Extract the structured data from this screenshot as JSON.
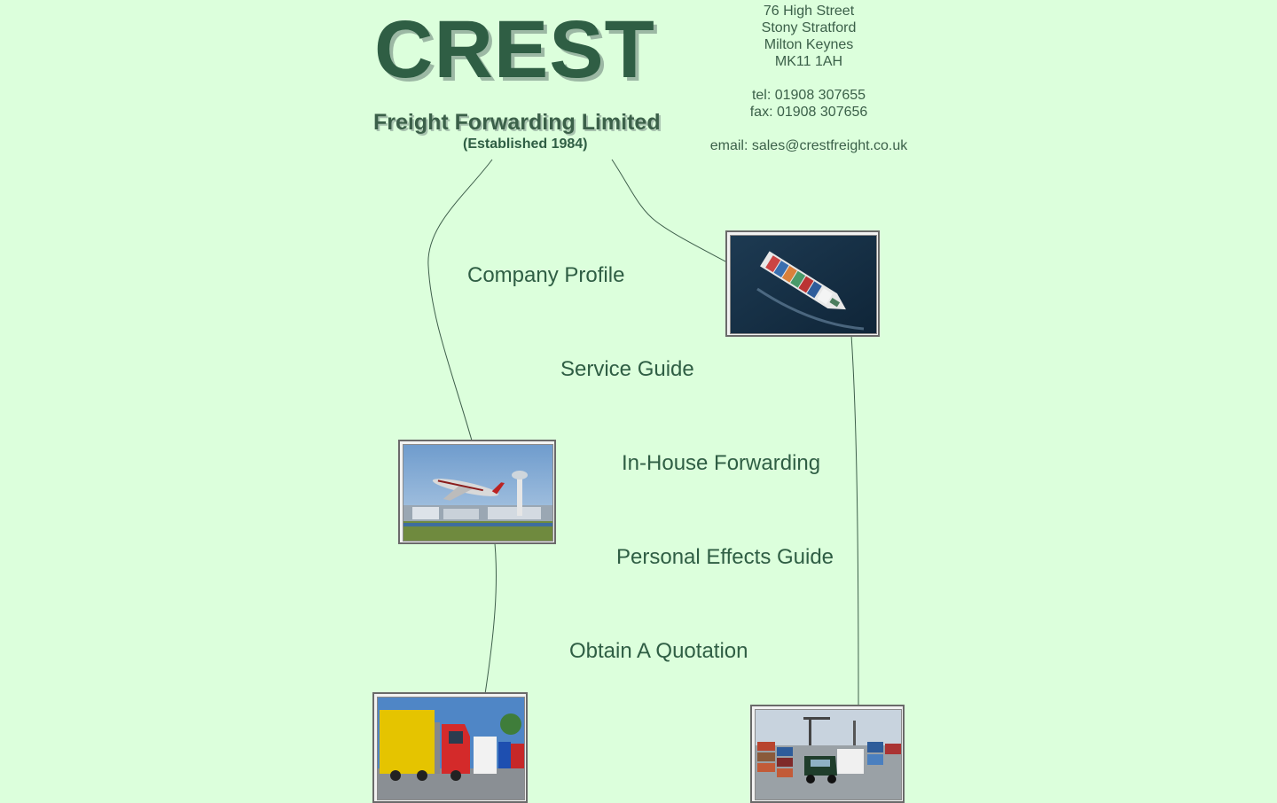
{
  "header": {
    "logo": "CREST",
    "tagline": "Freight Forwarding Limited",
    "established": "(Established 1984)"
  },
  "contact": {
    "address_lines": [
      "76 High Street",
      "Stony Stratford",
      "Milton Keynes",
      "MK11 1AH"
    ],
    "tel": "tel: 01908 307655",
    "fax": "fax: 01908 307656",
    "email": "email: sales@crestfreight.co.uk"
  },
  "nav": {
    "company_profile": "Company Profile",
    "service_guide": "Service Guide",
    "in_house_forwarding": "In-House Forwarding",
    "personal_effects_guide": "Personal Effects Guide",
    "obtain_quotation": "Obtain A Quotation"
  },
  "photos": {
    "ship": "container-ship-photo",
    "plane": "airplane-photo",
    "truck": "truck-photo",
    "port": "container-port-photo"
  },
  "colors": {
    "background": "#dcffdc",
    "text": "#2f5e44",
    "logo_shadow": "#9cb8a4"
  }
}
